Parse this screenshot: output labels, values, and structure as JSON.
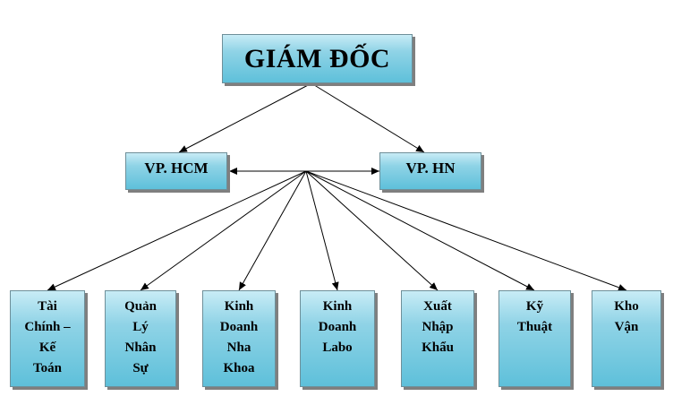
{
  "root": {
    "label": "GIÁM ĐỐC"
  },
  "offices": [
    {
      "id": "hcm",
      "label": "VP. HCM"
    },
    {
      "id": "hn",
      "label": "VP. HN"
    }
  ],
  "departments": [
    {
      "id": "tai-chinh",
      "lines": [
        "Tài",
        "Chính –",
        "Kế",
        "Toán"
      ]
    },
    {
      "id": "quan-ly-nhan-su",
      "lines": [
        "Quản",
        "Lý",
        "Nhân",
        "Sự"
      ]
    },
    {
      "id": "kinh-doanh-nha-khoa",
      "lines": [
        "Kinh",
        "Doanh",
        "Nha",
        "Khoa"
      ]
    },
    {
      "id": "kinh-doanh-labo",
      "lines": [
        "Kinh",
        "Doanh",
        "Labo"
      ]
    },
    {
      "id": "xuat-nhap-khau",
      "lines": [
        "Xuất",
        "Nhập",
        "Khẩu"
      ]
    },
    {
      "id": "ky-thuat",
      "lines": [
        "Kỹ",
        "Thuật"
      ]
    },
    {
      "id": "kho-van",
      "lines": [
        "Kho",
        "Vận"
      ]
    }
  ]
}
